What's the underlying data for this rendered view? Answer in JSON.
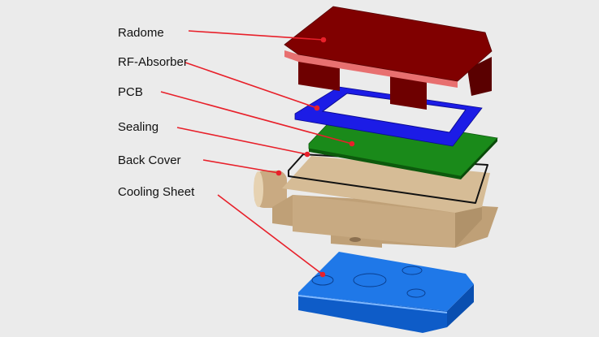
{
  "labels": {
    "radome": "Radome",
    "rf_absorber": "RF-Absorber",
    "pcb": "PCB",
    "sealing": "Sealing",
    "back_cover": "Back Cover",
    "cooling_sheet": "Cooling Sheet"
  },
  "colors": {
    "background": "#ebebeb",
    "leader_line": "#e8202a",
    "radome": "#7a0000",
    "rf_absorber": "#1a1ae0",
    "pcb": "#137a13",
    "sealing": "#111111",
    "back_cover": "#c8a880",
    "cooling_sheet": "#1a6ee0"
  }
}
